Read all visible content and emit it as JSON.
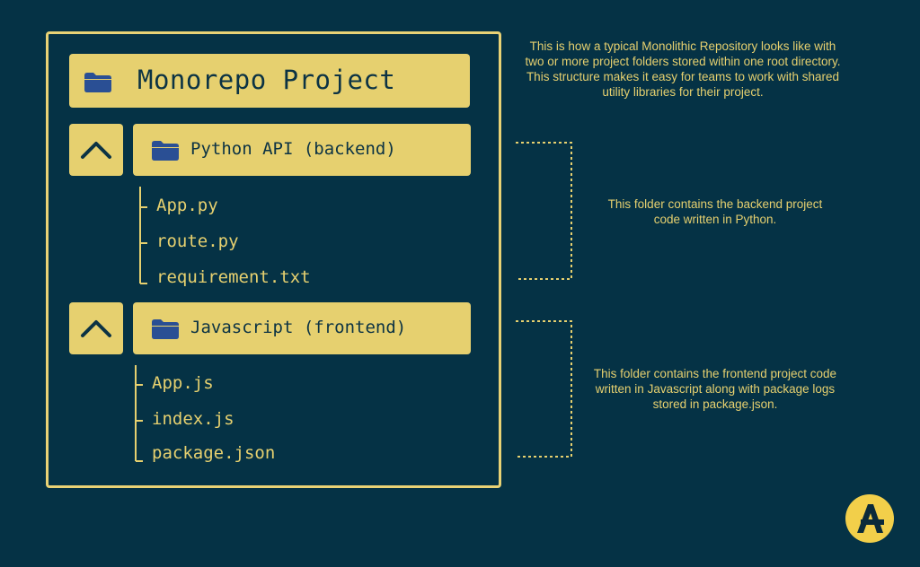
{
  "root": {
    "title": "Monorepo Project",
    "icon": "folder-icon"
  },
  "sections": [
    {
      "title": "Python API (backend)",
      "toggle_icon": "chevron-up-icon",
      "files": [
        "App.py",
        "route.py",
        "requirement.txt"
      ],
      "description": "This folder contains the backend project code written in Python."
    },
    {
      "title": "Javascript (frontend)",
      "toggle_icon": "chevron-up-icon",
      "files": [
        "App.js",
        "index.js",
        "package.json"
      ],
      "description": "This folder contains the frontend project code written in Javascript along with package logs stored in package.json."
    }
  ],
  "intro_text": "This is how a typical Monolithic Repository looks like with two or more project folders stored within one root directory. This structure makes it easy for teams to work with shared utility libraries for their project.",
  "colors": {
    "background": "#053245",
    "accent": "#e6d06f",
    "folder_blue": "#2a4f94",
    "text_dark": "#0c3344"
  },
  "logo": "brand-a-logo-icon"
}
